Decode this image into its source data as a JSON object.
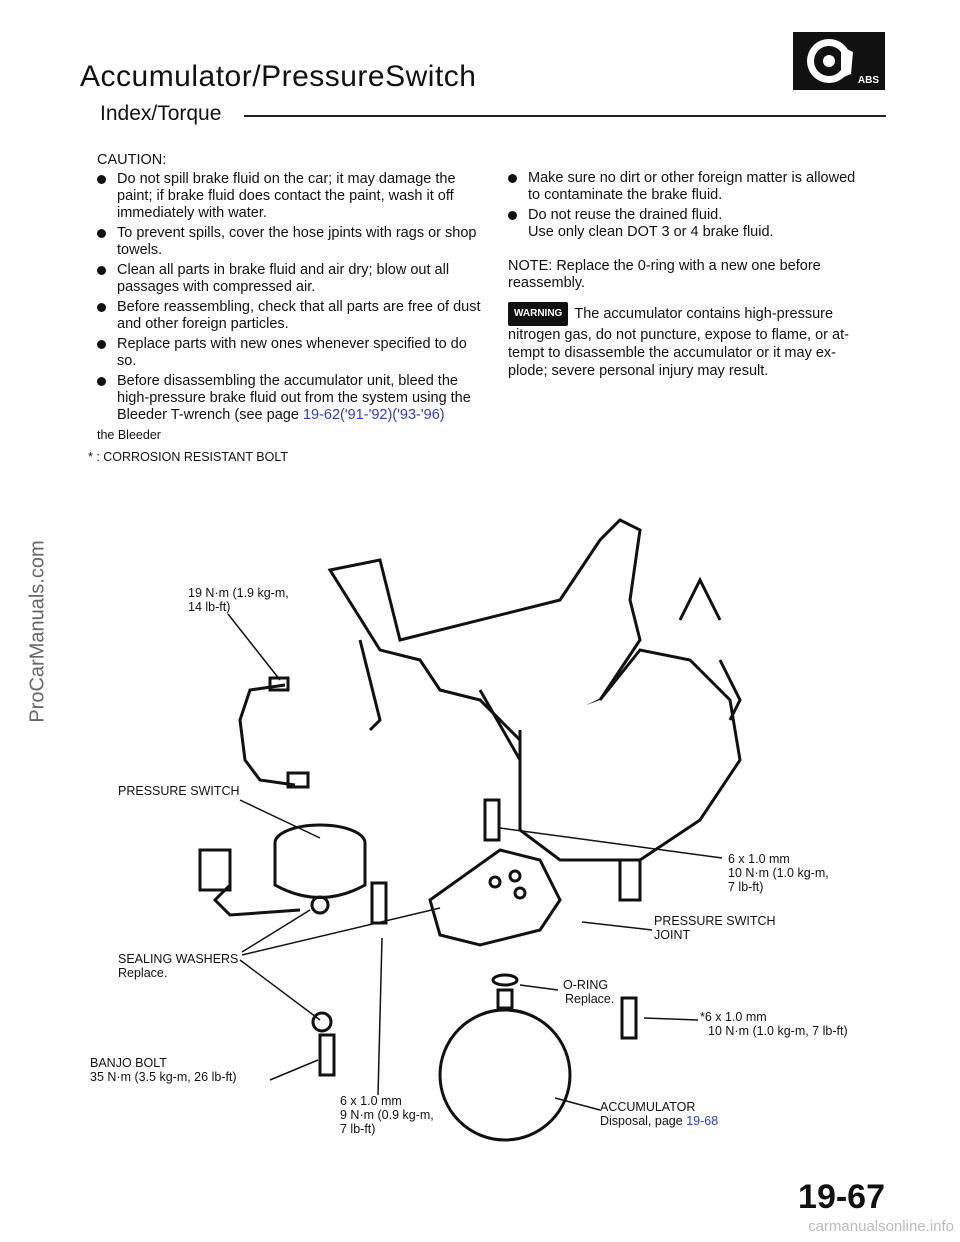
{
  "header": {
    "title": "Accumulator/PressureSwitch",
    "subtitle": "Index/Torque",
    "logo_text": "ABS"
  },
  "caution": {
    "heading": "CAUTION:",
    "items": [
      "Do not spill brake fluid on the car; it may damage the paint; if brake fluid does contact the paint, wash it off immediately with water.",
      "To prevent spills, cover the hose jpints with rags or shop towels.",
      "Clean all parts in brake fluid and air dry; blow out all passages with compressed air.",
      "Before reassembling, check that all parts are free of dust and other foreign particles.",
      "Replace parts with new ones whenever specified to do so.",
      "Before disassembling the accumulator unit, bleed the high-pressure brake fluid out from the system using the Bleeder T-wrench (see page"
    ],
    "link": "19-62('91-'92)('93-'96)",
    "trailing": "the Bleeder"
  },
  "right_items": [
    "Make sure no dirt or other foreign matter is allowed to contaminate the brake fluid.",
    "Do not reuse the drained fluid."
  ],
  "right_sub": "Use only clean DOT 3 or 4 brake fluid.",
  "note": "NOTE: Replace the 0-ring with a new one before reassembly.",
  "warning": {
    "badge": "WARNING",
    "text": "The accumulator contains high-pressure nitrogen gas, do not puncture, expose to flame, or at-tempt to disassemble the accumulator or it may ex-plode; severe personal injury may result."
  },
  "corrosion_note": "* : CORROSION RESISTANT BOLT",
  "labels": {
    "torque_line": "19 N·m (1.9 kg-m,",
    "torque_line2": "14 lb-ft)",
    "pressure_switch": "PRESSURE SWITCH",
    "bolt6x1_a": "6 x 1.0 mm",
    "bolt6x1_a2": "10 N·m (1.0 kg-m,",
    "bolt6x1_a3": "7 lb-ft)",
    "ps_joint": "PRESSURE SWITCH",
    "ps_joint2": "JOINT",
    "sealing": "SEALING WASHERS",
    "sealing2": "Replace.",
    "oring": "O-RING",
    "oring2": "Replace.",
    "bolt6x1_b": "*6 x 1.0 mm",
    "bolt6x1_b2": "10 N·m (1.0 kg-m, 7 lb-ft)",
    "banjo": "BANJO BOLT",
    "banjo2": "35 N·m (3.5 kg-m, 26 lb-ft)",
    "bolt6x1_c": "6 x 1.0 mm",
    "bolt6x1_c2": "9 N·m (0.9 kg-m,",
    "bolt6x1_c3": "7 lb-ft)",
    "accumulator": "ACCUMULATOR",
    "disposal": "Disposal, page",
    "disposal_link": "19-68"
  },
  "side_watermark": "ProCarManuals.com",
  "page_number": "19-67",
  "footer_watermark": "carmanualsonline.info"
}
